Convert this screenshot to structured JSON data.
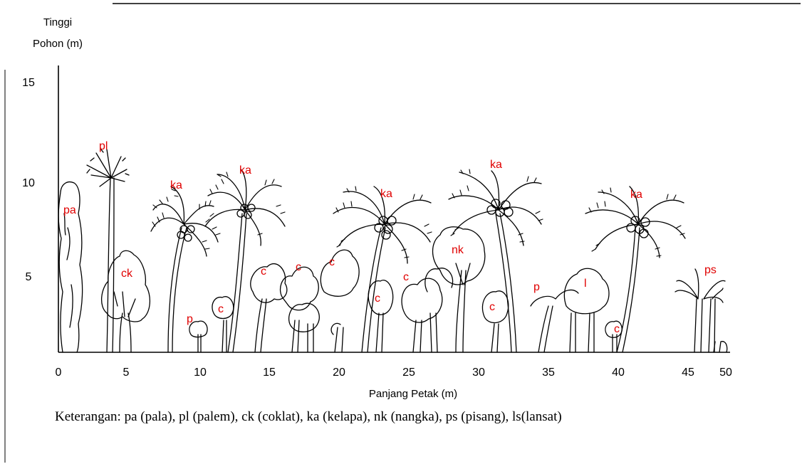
{
  "y_axis_title": [
    "Tinggi",
    "Pohon (m)"
  ],
  "x_axis_title": "Panjang Petak (m)",
  "caption": "Keterangan: pa (pala), pl (palem), ck (coklat), ka (kelapa), nk (nangka),  ps (pisang), ls(lansat)",
  "x_ticks": [
    "0",
    "5",
    "10",
    "15",
    "20",
    "25",
    "30",
    "35",
    "40",
    "45",
    "50"
  ],
  "y_ticks": [
    "15",
    "10",
    "5"
  ],
  "tree_labels": [
    "pa",
    "pl",
    "ck",
    "ka",
    "ka",
    "ka",
    "ka",
    "ka",
    "nk",
    "ps",
    "p",
    "c",
    "c",
    "c",
    "c",
    "c",
    "c",
    "c",
    "c",
    "p",
    "l",
    "c"
  ],
  "label_color": "#e00000"
}
